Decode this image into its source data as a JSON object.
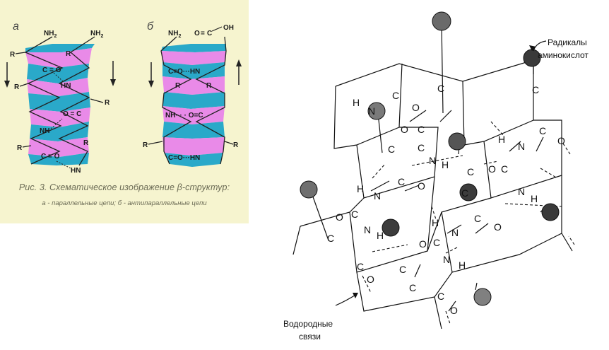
{
  "left": {
    "label_a": "а",
    "label_b": "б",
    "caption_line1": "Рис. 3. Схематическое изображение β-структур:",
    "caption_line2": "а - параллельные цепи; б - антипараллельные цепи",
    "chem": {
      "nh2": "NH",
      "sub2": "2",
      "r": "R",
      "co_hn": "C = O",
      "hn": "HN",
      "nh": "NH",
      "oc": "O = C",
      "cooh_o": "O",
      "cooh_c": "C",
      "oh": "OH",
      "co_dots_hn": "C=O···HN",
      "nh_dots_oc": "NH· · · O=C",
      "h": "H",
      "n": "N"
    },
    "colors": {
      "cyan": "#2aa9c9",
      "pink": "#e98ae8",
      "bg": "#f6f4cf"
    }
  },
  "right": {
    "label_radicals_1": "Радикалы",
    "label_radicals_2": "аминокислот",
    "label_hbonds_1": "Водородные",
    "label_hbonds_2": "связи",
    "atoms": {
      "c": "C",
      "n": "N",
      "h": "H",
      "o": "O"
    },
    "colors": {
      "ball_dark": "#3a3a3a",
      "ball_mid": "#777777",
      "line": "#111111"
    }
  }
}
